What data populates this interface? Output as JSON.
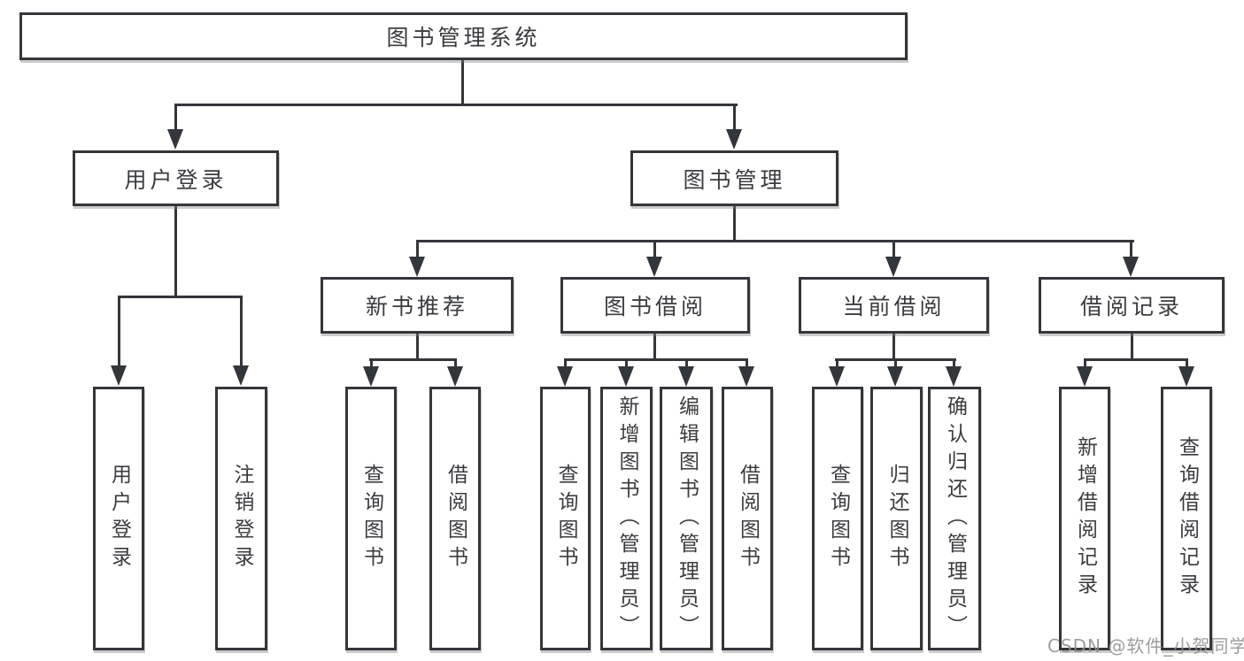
{
  "diagram_title": "图书管理系统",
  "tree": {
    "label": "图书管理系统",
    "children": [
      {
        "label": "用户登录",
        "children": [
          {
            "label": "用户登录"
          },
          {
            "label": "注销登录"
          }
        ]
      },
      {
        "label": "图书管理",
        "children": [
          {
            "label": "新书推荐",
            "children": [
              {
                "label": "查询图书"
              },
              {
                "label": "借阅图书"
              }
            ]
          },
          {
            "label": "图书借阅",
            "children": [
              {
                "label": "查询图书"
              },
              {
                "label": "新增图书（管理员）"
              },
              {
                "label": "编辑图书（管理员）"
              },
              {
                "label": "借阅图书"
              }
            ]
          },
          {
            "label": "当前借阅",
            "children": [
              {
                "label": "查询图书"
              },
              {
                "label": "归还图书"
              },
              {
                "label": "确认归还（管理员）"
              }
            ]
          },
          {
            "label": "借阅记录",
            "children": [
              {
                "label": "新增借阅记录"
              },
              {
                "label": "查询借阅记录"
              }
            ]
          }
        ]
      }
    ]
  },
  "watermark": {
    "text": "CSDN @软件_小贺同学"
  },
  "colors": {
    "line": "#33363a",
    "box_fill": "#ffffff",
    "text": "#3a3c40",
    "watermark": "#8f8f8f",
    "background": "#ffffff"
  }
}
